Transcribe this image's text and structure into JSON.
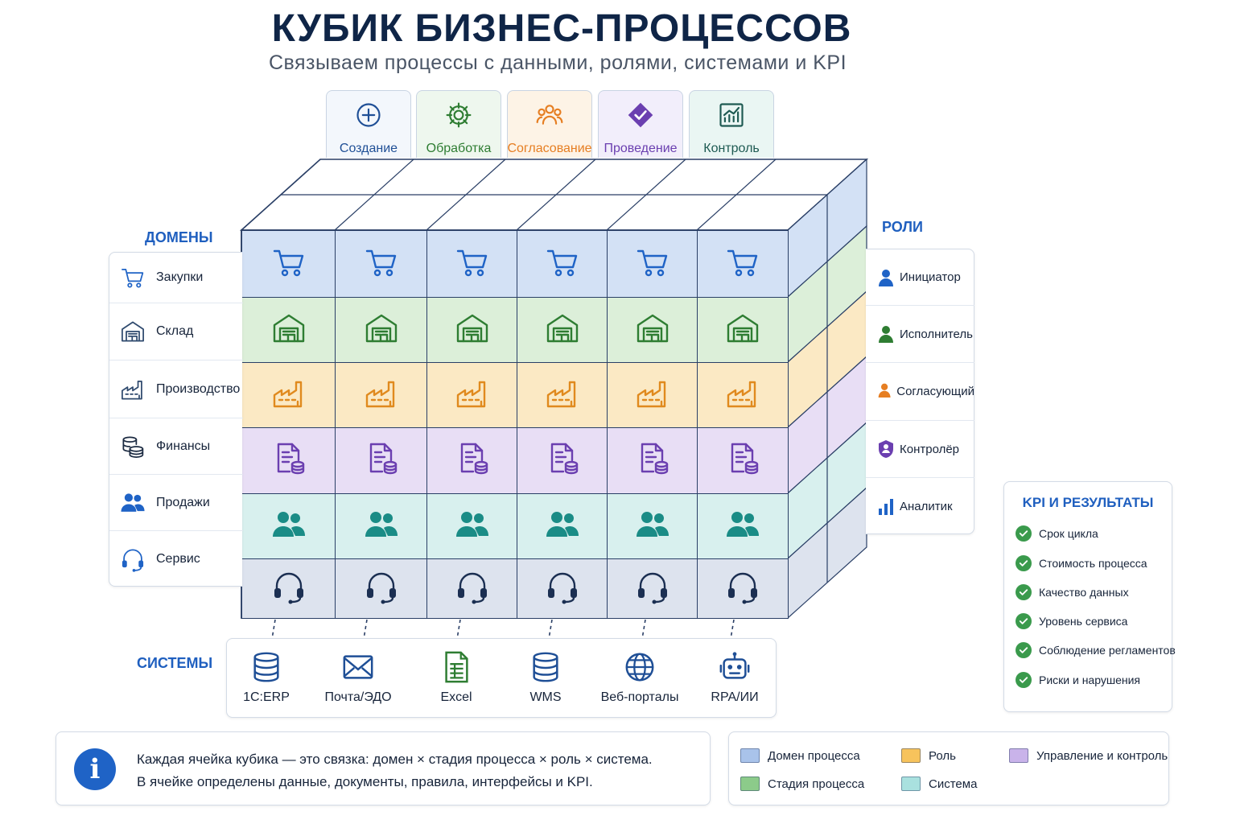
{
  "header": {
    "title": "КУБИК БИЗНЕС-ПРОЦЕССОВ",
    "subtitle": "Связываем процессы с данными, ролями, системами и KPI"
  },
  "stages": [
    {
      "label": "Создание",
      "icon": "plus-circle-icon",
      "color": "#1f4f96",
      "bg": "#f3f7fc"
    },
    {
      "label": "Обработка",
      "icon": "gear-icon",
      "color": "#2e7d32",
      "bg": "#eef7ee"
    },
    {
      "label": "Согласование",
      "icon": "people-group-icon",
      "color": "#e67e22",
      "bg": "#fdf3e6"
    },
    {
      "label": "Проведение",
      "icon": "check-badge-icon",
      "color": "#6b3fb0",
      "bg": "#f2eefb"
    },
    {
      "label": "Контроль",
      "icon": "chart-icon",
      "color": "#1e5a52",
      "bg": "#eaf6f3"
    }
  ],
  "domains": {
    "heading": "ДОМЕНЫ",
    "items": [
      {
        "label": "Закупки",
        "icon": "cart-icon",
        "color": "#1f63c6",
        "cell_bg": "#d3e1f5"
      },
      {
        "label": "Склад",
        "icon": "warehouse-icon",
        "color": "#2f4a6e",
        "cell_bg": "#dcefd9"
      },
      {
        "label": "Производство",
        "icon": "factory-icon",
        "color": "#2f4a6e",
        "cell_bg": "#fbe9c4"
      },
      {
        "label": "Финансы",
        "icon": "coins-icon",
        "color": "#1b2a41",
        "cell_bg": "#e8def5"
      },
      {
        "label": "Продажи",
        "icon": "users-icon",
        "color": "#1f63c6",
        "cell_bg": "#d8f0ee"
      },
      {
        "label": "Сервис",
        "icon": "headset-icon",
        "color": "#1f63c6",
        "cell_bg": "#dde3ee"
      }
    ]
  },
  "roles": {
    "heading": "РОЛИ",
    "items": [
      {
        "label": "Инициатор",
        "icon": "user-icon",
        "color": "#1f63c6"
      },
      {
        "label": "Исполнитель",
        "icon": "user-icon",
        "color": "#2e7d32"
      },
      {
        "label": "Согласующий",
        "icon": "user-icon",
        "color": "#e67e22"
      },
      {
        "label": "Контролёр",
        "icon": "shield-user-icon",
        "color": "#6b3fb0"
      },
      {
        "label": "Аналитик",
        "icon": "bar-chart-icon",
        "color": "#1f63c6"
      }
    ]
  },
  "systems": {
    "heading": "СИСТЕМЫ",
    "items": [
      {
        "label": "1C:ERP",
        "icon": "database-icon"
      },
      {
        "label": "Почта/ЭДО",
        "icon": "envelope-icon"
      },
      {
        "label": "Excel",
        "icon": "spreadsheet-icon"
      },
      {
        "label": "WMS",
        "icon": "database-icon"
      },
      {
        "label": "Веб-порталы",
        "icon": "globe-icon"
      },
      {
        "label": "RPA/ИИ",
        "icon": "robot-icon"
      }
    ]
  },
  "kpi": {
    "heading": "KPI И РЕЗУЛЬТАТЫ",
    "items": [
      "Срок цикла",
      "Стоимость процесса",
      "Качество данных",
      "Уровень сервиса",
      "Соблюдение регламентов",
      "Риски и нарушения"
    ]
  },
  "info": {
    "icon": "info-icon",
    "line1": "Каждая ячейка кубика — это связка: домен × стадия процесса × роль × система.",
    "line2": "В ячейке определены данные, документы, правила, интерфейсы и KPI."
  },
  "legend": [
    {
      "label": "Домен процесса",
      "color": "#a9c3ea"
    },
    {
      "label": "Роль",
      "color": "#f7c35c"
    },
    {
      "label": "Управление и контроль",
      "color": "#c9b3ea"
    },
    {
      "label": "Стадия процесса",
      "color": "#8ccb8a"
    },
    {
      "label": "Система",
      "color": "#a9e1df"
    }
  ]
}
